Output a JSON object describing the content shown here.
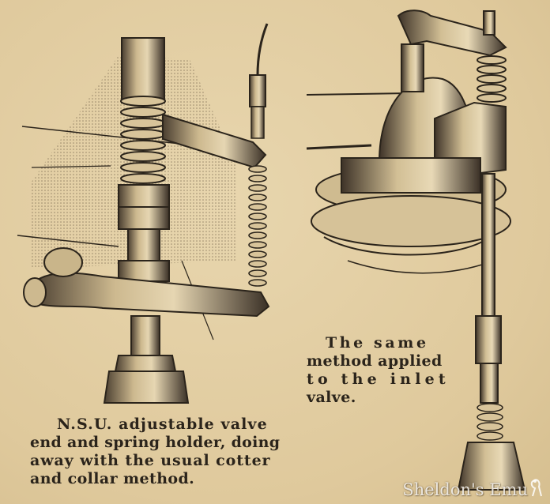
{
  "caption_left": {
    "line1": "N.S.U. adjustable valve",
    "line2": "end and spring holder, doing",
    "line3": "away with the usual cotter",
    "line4": "and collar method."
  },
  "caption_right": {
    "line1": "The same",
    "line2": "method applied",
    "line3": "to the inlet",
    "line4": "valve."
  },
  "watermark": "Sheldon's Emu",
  "colors": {
    "paper": "#e2cfa6",
    "ink": "#2b241b"
  }
}
